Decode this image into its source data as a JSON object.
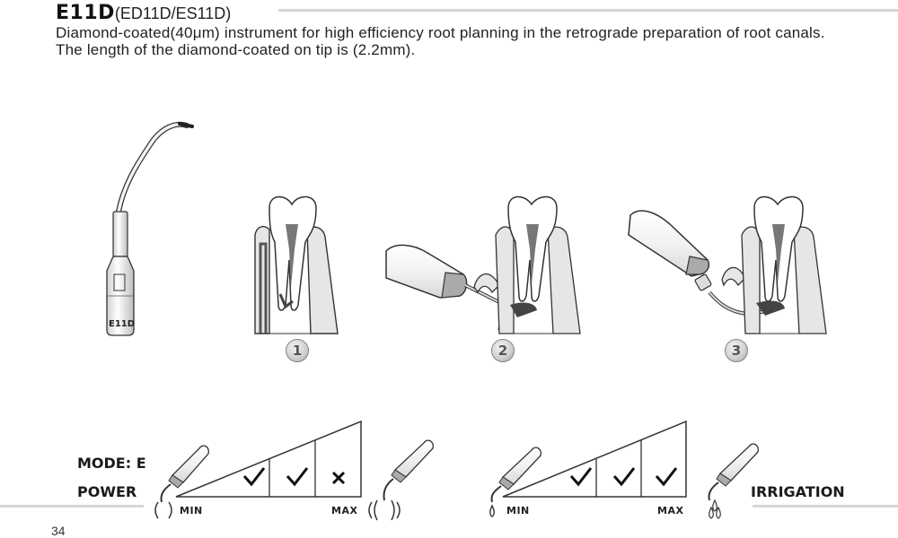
{
  "header": {
    "model": "E11D",
    "aliases": "(ED11D/ES11D)"
  },
  "description": "Diamond-coated(40μm) instrument for high efficiency root planning in the retrograde preparation of root canals. The length of the diamond-coated on tip is (2.2mm).",
  "tip_engraving": "E11D",
  "steps": [
    "1",
    "2",
    "3"
  ],
  "mode": {
    "label": "MODE: E",
    "power_label": "POWER",
    "irrigation_label": "IRRIGATION",
    "power_min": "MIN",
    "power_max": "MAX",
    "irrigation_min": "MIN",
    "irrigation_max": "MAX",
    "power_levels": [
      "check",
      "check",
      "cross"
    ],
    "irrigation_levels": [
      "check",
      "check",
      "check"
    ]
  },
  "page_number": "34"
}
